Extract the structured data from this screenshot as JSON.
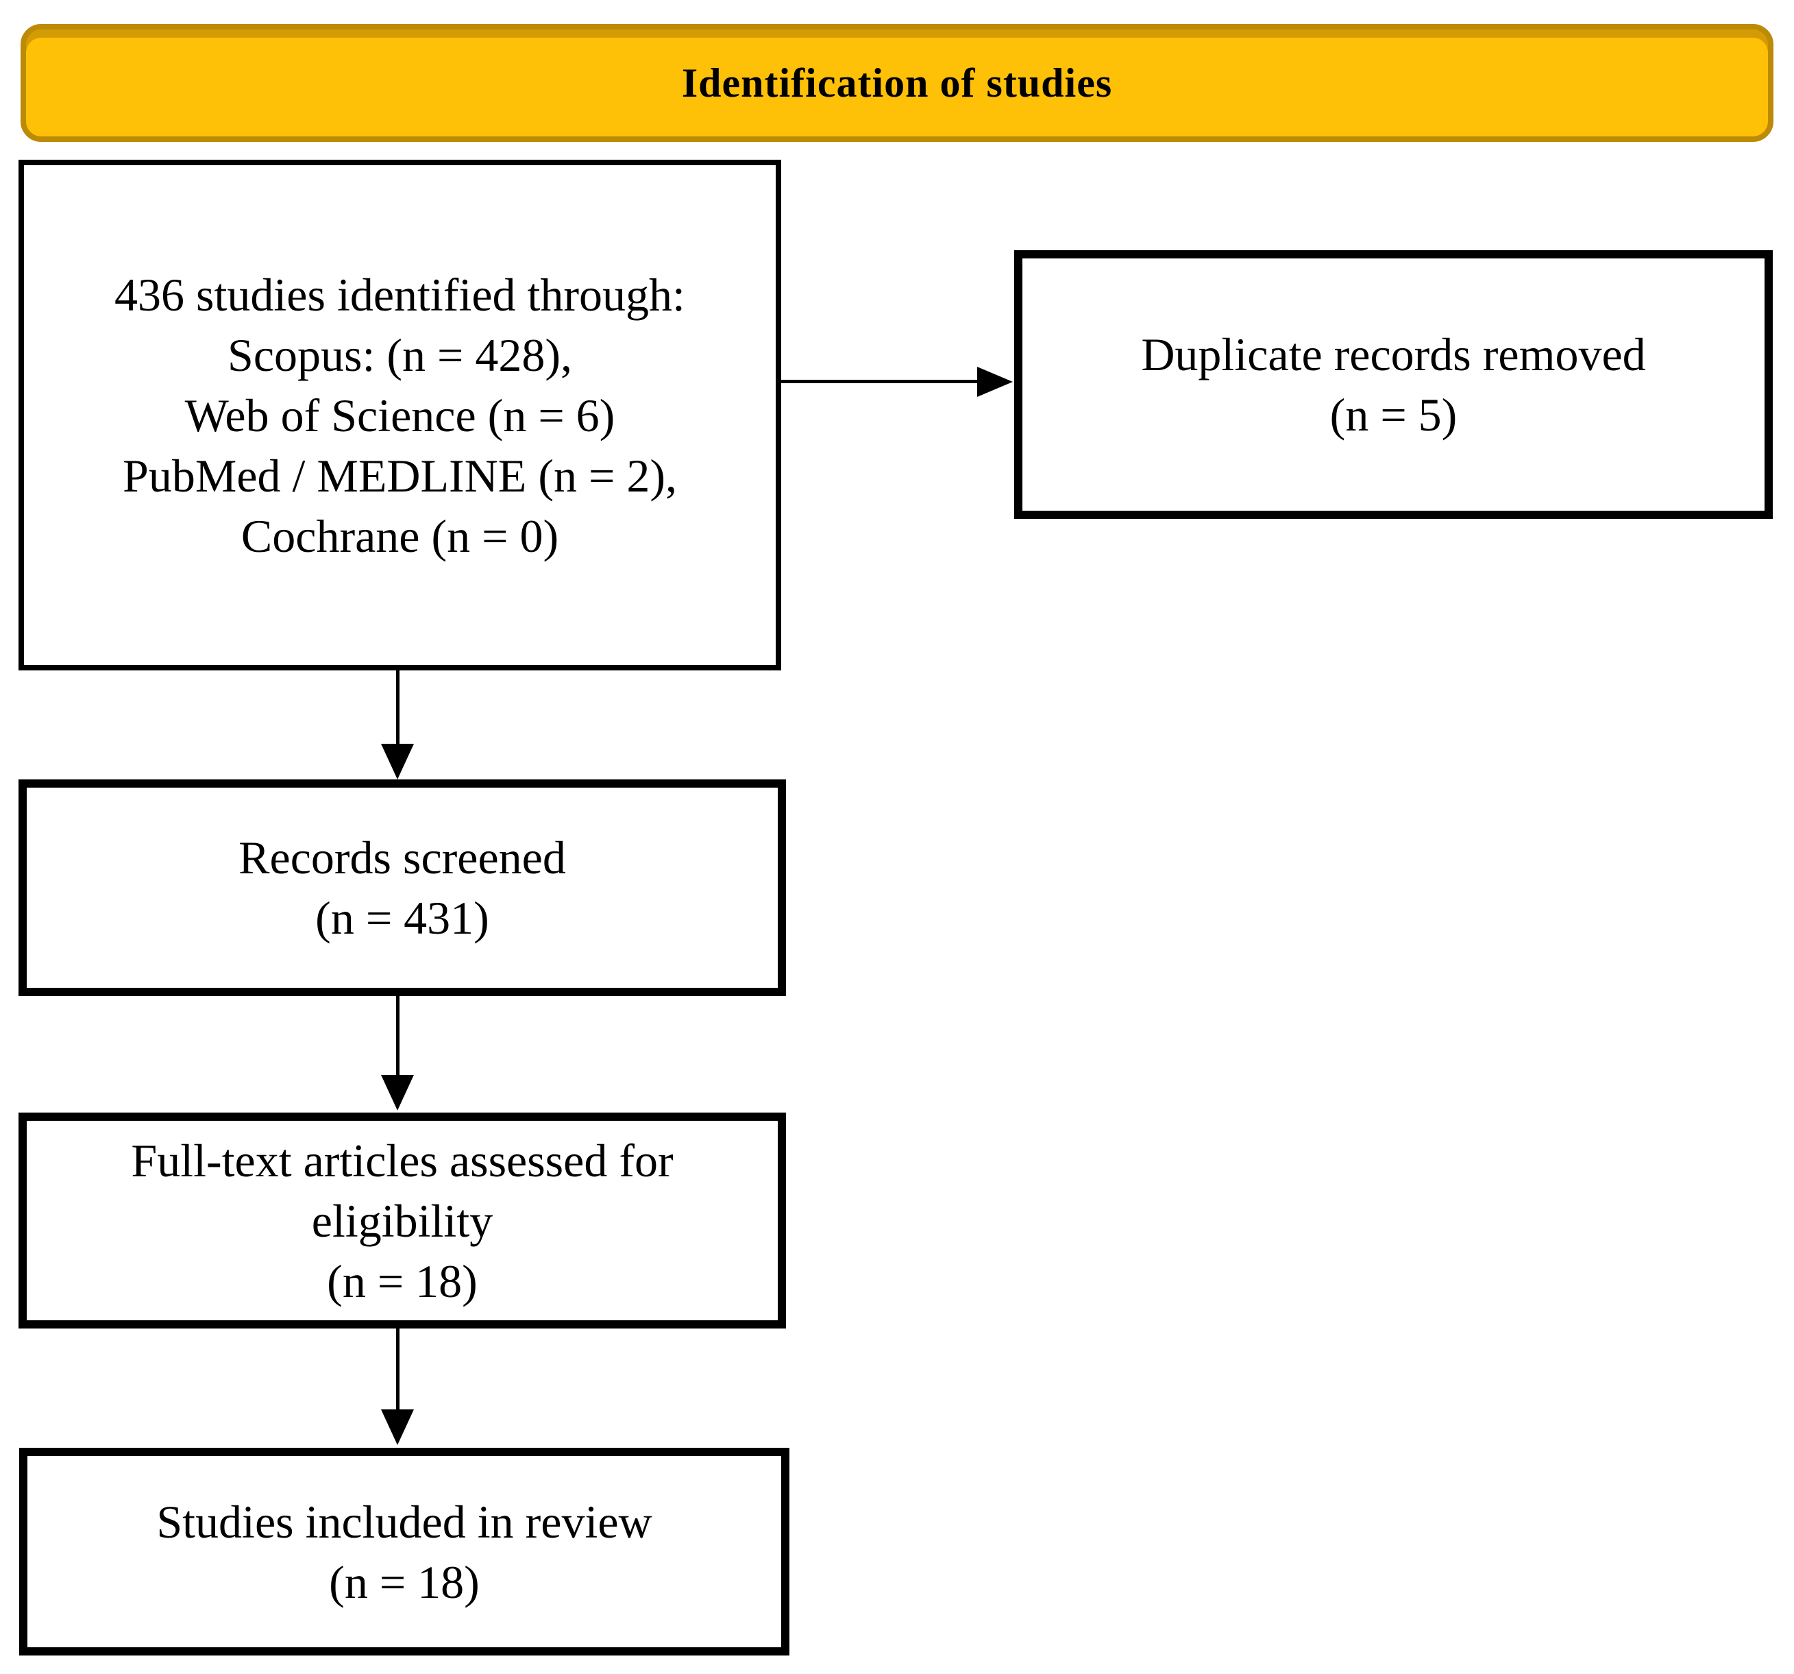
{
  "header": {
    "title": "Identification of studies",
    "bg_color": "#ffc008",
    "border_color": "#bd8a06"
  },
  "boxes": [
    {
      "name": "studies-identified",
      "lines": [
        "436 studies identified through:",
        "Scopus: (n = 428),",
        "Web of Science (n = 6)",
        "PubMed / MEDLINE (n = 2),",
        "Cochrane (n = 0)"
      ]
    },
    {
      "name": "duplicate-records-removed",
      "lines": [
        "Duplicate records removed",
        "(n = 5)"
      ]
    },
    {
      "name": "records-screened",
      "lines": [
        "Records screened",
        "(n = 431)"
      ]
    },
    {
      "name": "fulltext-assessed",
      "lines": [
        "Full-text articles assessed for",
        "eligibility",
        "(n = 18)"
      ]
    },
    {
      "name": "studies-included",
      "lines": [
        "Studies included in review",
        "(n = 18)"
      ]
    }
  ]
}
